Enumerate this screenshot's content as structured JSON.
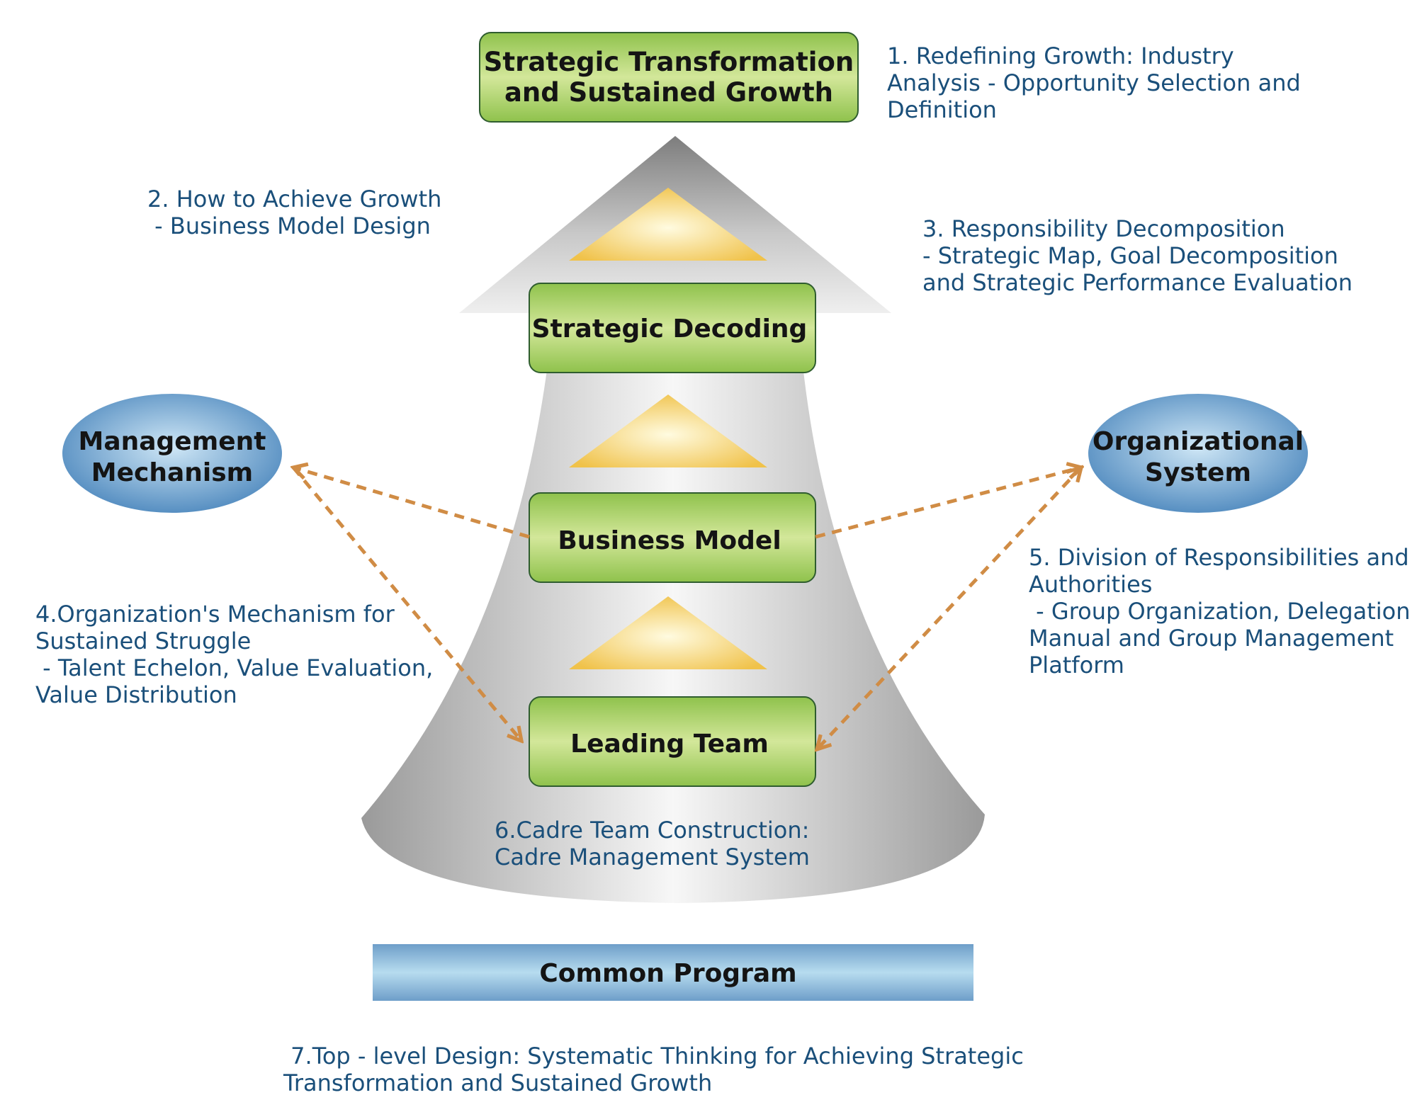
{
  "boxes": {
    "top": {
      "line1": "Strategic Transformation",
      "line2": "and Sustained Growth"
    },
    "decoding": "Strategic Decoding",
    "business_model": "Business Model",
    "leading_team": "Leading Team",
    "common_program": "Common Program"
  },
  "ellipses": {
    "management": {
      "line1": "Management",
      "line2": "Mechanism"
    },
    "organizational": {
      "line1": "Organizational",
      "line2": "System"
    }
  },
  "annotations": {
    "a1": "1. Redefining Growth: Industry\nAnalysis - Opportunity Selection and\nDefinition",
    "a2": "2. How to Achieve Growth\n - Business Model Design",
    "a3": "3. Responsibility Decomposition\n- Strategic Map, Goal Decomposition\nand Strategic Performance Evaluation",
    "a4": "4.Organization's Mechanism for\nSustained Struggle\n - Talent Echelon, Value Evaluation,\nValue Distribution",
    "a5": "5. Division of Responsibilities and\nAuthorities\n - Group Organization, Delegation\nManual and Group Management\nPlatform",
    "a6": "6.Cadre Team Construction:\nCadre Management System",
    "a7": " 7.Top - level Design: Systematic Thinking for Achieving Strategic\nTransformation and Sustained Growth"
  },
  "colors": {
    "green_box": "#a6cf6a",
    "blue_ellipse": "#5b96c8",
    "arrow_gray": "#b9b9b9",
    "dashed_arrow": "#d08c45",
    "annotation_text": "#1a4f7a"
  }
}
